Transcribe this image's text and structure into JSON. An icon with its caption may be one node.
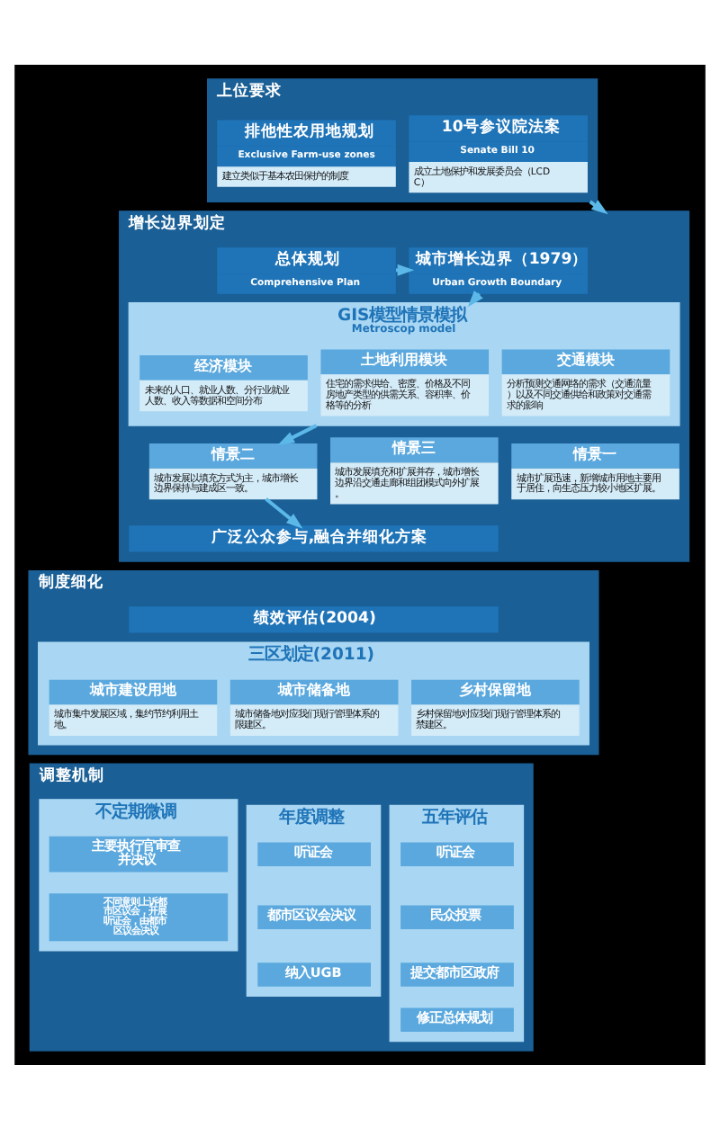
{
  "diagram": {
    "nodes": [
      {
        "text": [
          "上位要求"
        ]
      },
      {
        "text": [
          "排他性农用地规划",
          "Exclusive Farm-use zones",
          "建立类似于基本农田保护的制度"
        ],
        "in": 0
      },
      {
        "text": [
          "10号参议院法案",
          "Senate Bill 10",
          "成立土地保护和发展委员会（LCDC）"
        ],
        "in": 0
      },
      {
        "text": [
          "增长边界划定"
        ]
      },
      {
        "text": [
          "总体规划",
          "Comprehensive Plan"
        ],
        "in": 3
      },
      {
        "text": [
          "城市增长边界（1979）",
          "Urban Growth Boundary"
        ],
        "in": 3
      },
      {
        "text": [
          "GIS模型情景模拟",
          "Metroscop model"
        ],
        "in": 3
      },
      {
        "text": [
          "经济模块",
          "未来的人口、就业人数、分行业就业人数、收入等数据和空间分布"
        ],
        "in": 6
      },
      {
        "text": [
          "土地利用模块",
          "住宅的需求供给、密度、价格及不同房地产类型的供需关系、容积率、价格等的分析"
        ],
        "in": 6
      },
      {
        "text": [
          "交通模块",
          "分析预测交通网络的需求（交通流量）以及不同交通供给和政策对交通需求的影响"
        ],
        "in": 6
      },
      {
        "text": [
          "情景一",
          "城市扩展迅速，新增城市用地主要用于居住，向生态压力较小地区扩展。"
        ],
        "in": 3
      },
      {
        "text": [
          "情景二",
          "城市发展以填充方式为主，城市增长边界保持与建成区一致。"
        ],
        "in": 3
      },
      {
        "text": [
          "情景三",
          "城市发展填充和扩展并存，城市增长边界沿交通走廊和组团模式向外扩展。"
        ],
        "in": 3
      },
      {
        "text": [
          "广泛公众参与,融合并细化方案"
        ],
        "in": 3
      },
      {
        "text": [
          "制度细化"
        ]
      },
      {
        "text": [
          "绩效评估(2004)"
        ],
        "in": 14
      },
      {
        "text": [
          "三区划定(2011)"
        ],
        "in": 14
      },
      {
        "text": [
          "城市建设用地",
          "城市集中发展区域，集约节约利用土地。"
        ],
        "in": 16
      },
      {
        "text": [
          "城市储备地",
          "城市储备地对应我们现行管理体系的限建区。"
        ],
        "in": 16
      },
      {
        "text": [
          "乡村保留地",
          "乡村保留地对应我们现行管理体系的禁建区。"
        ],
        "in": 16
      },
      {
        "text": [
          "调整机制"
        ]
      },
      {
        "text": [
          "五年评估"
        ],
        "in": 20
      },
      {
        "text": [
          "听证会"
        ],
        "in": 21
      },
      {
        "text": [
          "民众投票"
        ],
        "in": 21
      },
      {
        "text": [
          "提交都市区政府"
        ],
        "in": 21
      },
      {
        "text": [
          "修正总体规划"
        ],
        "in": 21
      },
      {
        "text": [
          "年度调整"
        ],
        "in": 20
      },
      {
        "text": [
          "听证会"
        ],
        "in": 26
      },
      {
        "text": [
          "都市区议会决议"
        ],
        "in": 26
      },
      {
        "text": [
          "纳入UGB"
        ],
        "in": 26
      },
      {
        "text": [
          "不定期微调"
        ],
        "in": 20
      },
      {
        "text": [
          "主要执行官审查并决议"
        ],
        "in": 30
      },
      {
        "text": [
          "不同意则上诉都市区议会，开展听证会，由都市区议会决议"
        ],
        "in": 30
      }
    ],
    "edges": [
      {
        "from": 0,
        "to": 3,
        "arrow": "to"
      },
      {
        "from": 4,
        "to": 5,
        "arrow": "to"
      },
      {
        "from": 5,
        "to": 6,
        "arrow": "to"
      },
      {
        "from": 6,
        "to": 11,
        "arrow": "to"
      },
      {
        "from": 11,
        "to": 13,
        "arrow": "to"
      }
    ]
  }
}
